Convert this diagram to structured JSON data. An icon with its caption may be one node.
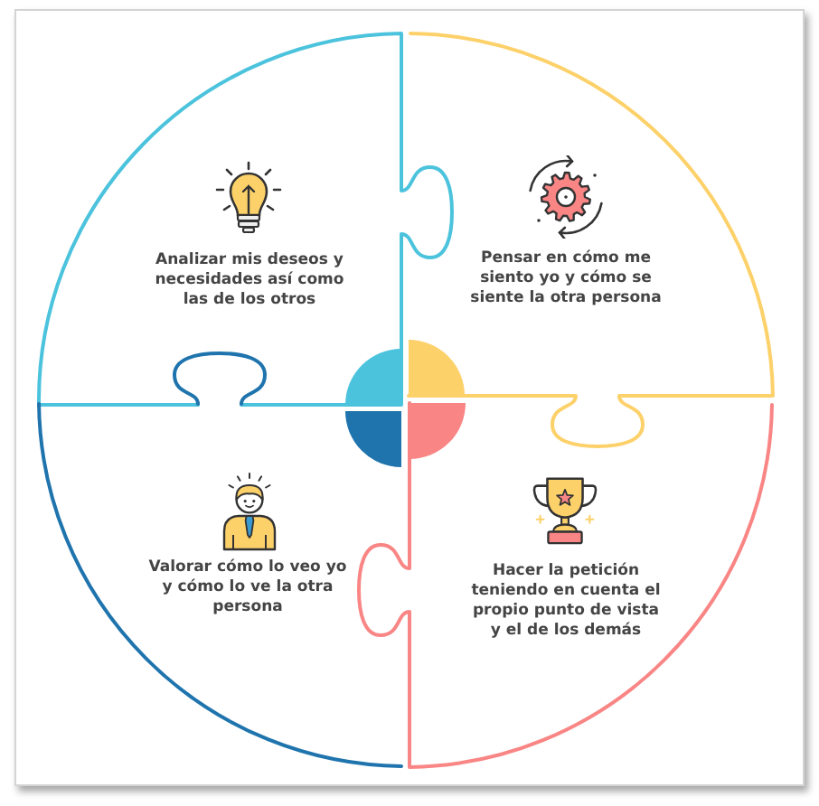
{
  "diagram": {
    "nodes": [
      {
        "text": [
          "Analizar mis deseos y necesidades así como las de los otros"
        ]
      },
      {
        "text": [
          "Pensar en cómo me siento yo y cómo se siente la otra persona"
        ]
      },
      {
        "text": [
          "Valorar cómo lo veo yo y cómo lo ve la otra persona"
        ]
      },
      {
        "text": [
          "Hacer la petición teniendo en cuenta el propio punto de vista y el de los demás"
        ]
      }
    ]
  }
}
